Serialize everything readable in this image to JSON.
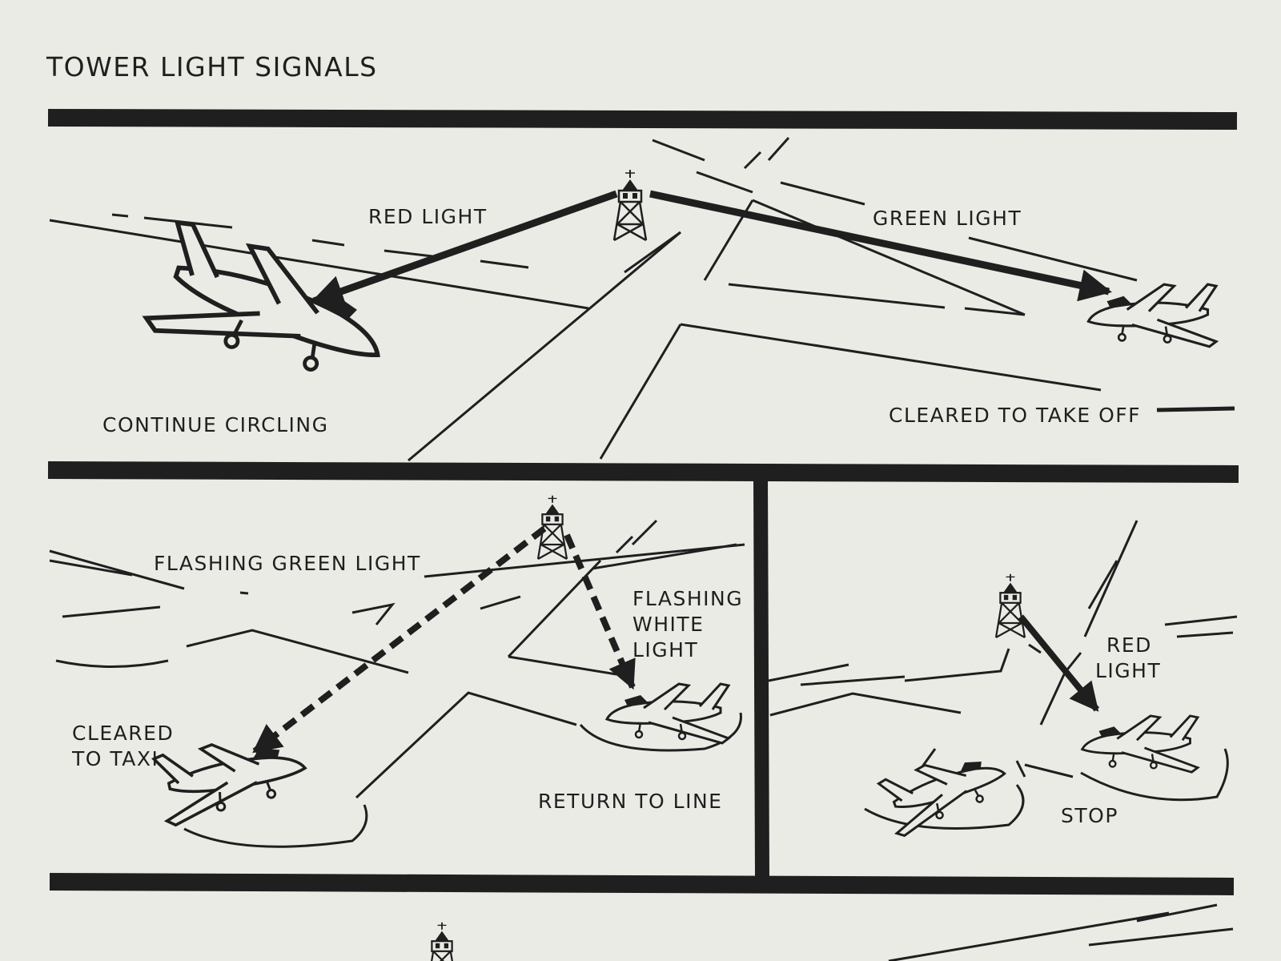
{
  "title": "TOWER LIGHT SIGNALS",
  "panels": {
    "top": {
      "left_signal": "RED LIGHT",
      "left_meaning": "CONTINUE CIRCLING",
      "right_signal": "GREEN LIGHT",
      "right_meaning": "CLEARED TO TAKE OFF"
    },
    "bottom_left": {
      "signal_a": "FLASHING GREEN LIGHT",
      "meaning_a_line1": "CLEARED",
      "meaning_a_line2": "TO TAXI",
      "signal_b_line1": "FLASHING",
      "signal_b_line2": "WHITE",
      "signal_b_line3": "LIGHT",
      "meaning_b": "RETURN TO LINE"
    },
    "bottom_right": {
      "signal_line1": "RED",
      "signal_line2": "LIGHT",
      "meaning": "STOP"
    }
  },
  "colors": {
    "ink": "#1f1f1f",
    "paper": "#ebebe6"
  },
  "icons": [
    "control-tower-icon",
    "airplane-icon"
  ]
}
